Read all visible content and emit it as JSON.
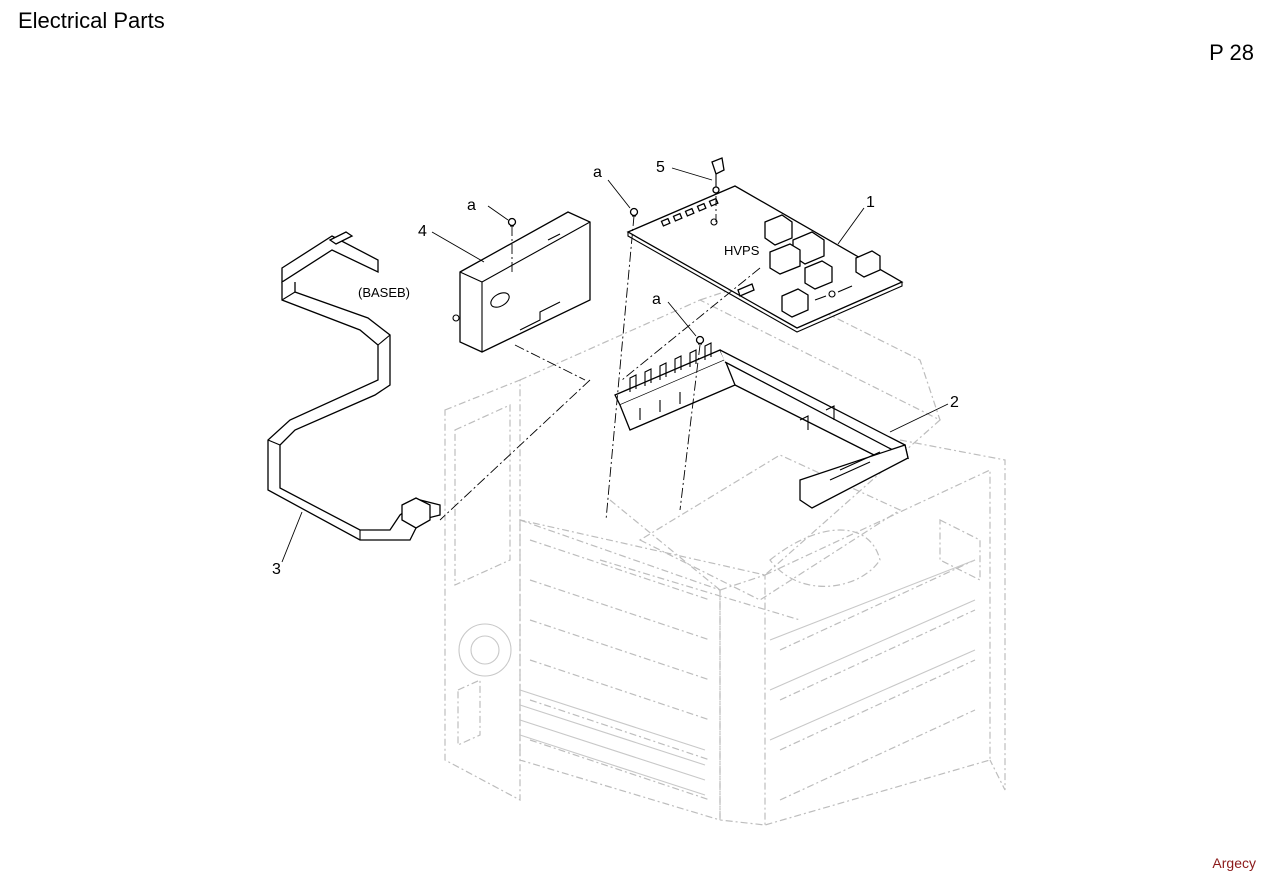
{
  "header": {
    "title": "Electrical Parts",
    "page": "P 28"
  },
  "callouts": {
    "part1": "1",
    "part2": "2",
    "part3": "3",
    "part4": "4",
    "part5": "5",
    "screw_a": "a"
  },
  "labels": {
    "hvps": "HVPS",
    "baseb": "(BASEB)"
  },
  "footer": {
    "brand": "Argecy"
  }
}
